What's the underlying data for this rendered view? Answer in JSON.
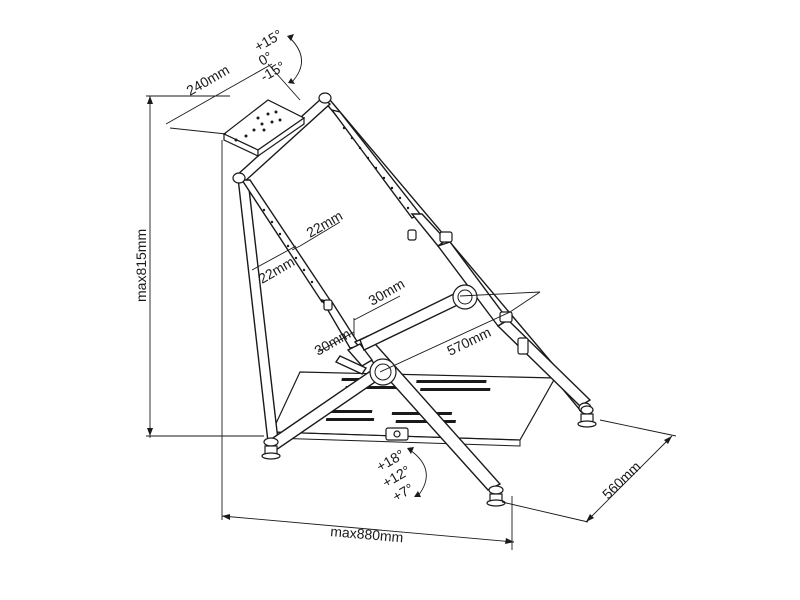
{
  "dimensions": {
    "plate_width": "240mm",
    "max_height": "max815mm",
    "max_length": "max880mm",
    "depth": "560mm",
    "span": "570mm",
    "tube_a_1": "22mm",
    "tube_a_2": "22mm",
    "tube_b_1": "30mm",
    "tube_b_2": "30mm"
  },
  "angles": {
    "plate": [
      "+15°",
      "0°",
      "-15°"
    ],
    "base": [
      "+18°",
      "+12°",
      "+7°"
    ]
  }
}
